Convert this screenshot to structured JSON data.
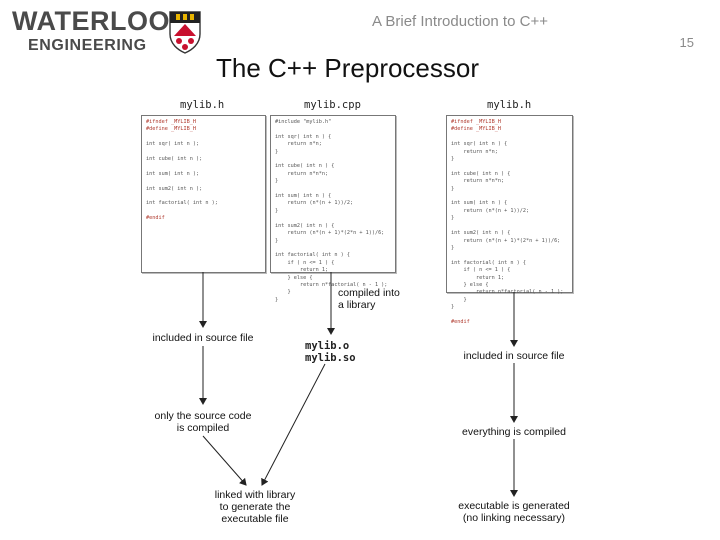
{
  "logo": {
    "line1": "WATERLOO",
    "line2": "ENGINEERING"
  },
  "header": {
    "title": "A Brief Introduction to C++",
    "page_number": "15"
  },
  "slide": {
    "title": "The C++ Preprocessor"
  },
  "files": {
    "left_header": "mylib.h",
    "middle_cpp": "mylib.cpp",
    "right_header": "mylib.h"
  },
  "captions": {
    "compiled_into_library": "compiled into\na library",
    "object_files": "mylib.o\nmylib.so",
    "included_left": "included in source file",
    "only_source_compiled": "only the source code\nis compiled",
    "linked_with_library": "linked with library\nto generate the\nexecutable file",
    "included_right": "included in source file",
    "everything_compiled": "everything is compiled",
    "executable_generated": "executable is generated\n(no linking necessary)"
  },
  "code": {
    "left_header": "#ifndef _MYLIB_H\n#define _MYLIB_H\n\nint sqr( int n );\n\nint cube( int n );\n\nint sum( int n );\n\nint sum2( int n );\n\nint factorial( int n );\n\n#endif",
    "middle_cpp": "#include \"mylib.h\"\n\nint sqr( int n ) {\n    return n*n;\n}\n\nint cube( int n ) {\n    return n*n*n;\n}\n\nint sum( int n ) {\n    return (n*(n + 1))/2;\n}\n\nint sum2( int n ) {\n    return (n*(n + 1)*(2*n + 1))/6;\n}\n\nint factorial( int n ) {\n    if ( n <= 1 ) {\n        return 1;\n    } else {\n        return n*factorial( n - 1 );\n    }\n}",
    "right_header": "#ifndef _MYLIB_H\n#define _MYLIB_H\n\nint sqr( int n ) {\n    return n*n;\n}\n\nint cube( int n ) {\n    return n*n*n;\n}\n\nint sum( int n ) {\n    return (n*(n + 1))/2;\n}\n\nint sum2( int n ) {\n    return (n*(n + 1)*(2*n + 1))/6;\n}\n\nint factorial( int n ) {\n    if ( n <= 1 ) {\n        return 1;\n    } else {\n        return n*factorial( n - 1 );\n    }\n}\n\n#endif"
  },
  "colors": {
    "logo_gray": "#4a4a4a",
    "header_gray": "#8a8a8a",
    "directive_red": "#b03a2e"
  }
}
